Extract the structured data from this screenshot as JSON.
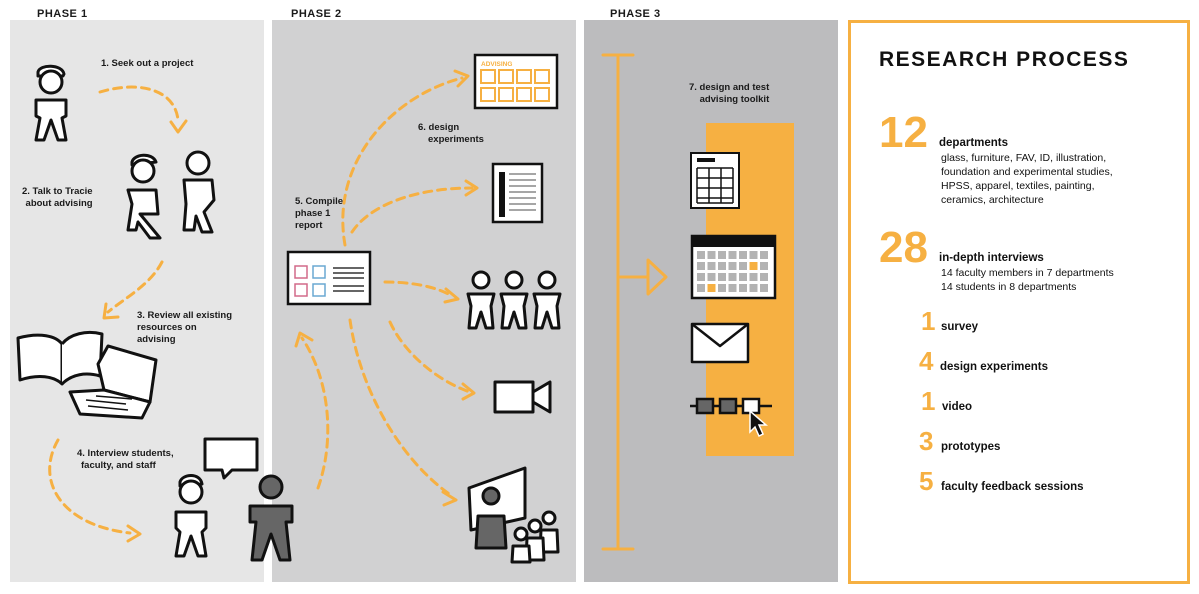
{
  "phases": [
    "PHASE 1",
    "PHASE 2",
    "PHASE 3"
  ],
  "steps": {
    "s1": "1. Seek out a project",
    "s2": [
      "2. Talk to Tracie",
      "about advising"
    ],
    "s3": [
      "3. Review all existing",
      "resources on",
      "advising"
    ],
    "s4": [
      "4. Interview students,",
      "faculty, and staff"
    ],
    "s5": [
      "5. Compile",
      "phase 1",
      "report"
    ],
    "s6": [
      "6. design",
      "experiments"
    ],
    "s7": [
      "7. design and test",
      "advising toolkit"
    ]
  },
  "advising_card_label": "ADVISING",
  "colors": {
    "accent": "#f6b042",
    "phase1": "#e6e6e6",
    "phase2": "#d1d1d2",
    "phase3": "#bcbcbe",
    "ink": "#111111"
  },
  "research": {
    "title": "RESEARCH PROCESS",
    "stats": [
      {
        "number": "12",
        "label": "departments",
        "details": [
          "glass, furniture, FAV, ID, illustration,",
          "foundation and experimental studies,",
          "HPSS, apparel, textiles, painting,",
          "ceramics, architecture"
        ]
      },
      {
        "number": "28",
        "label": "in-depth interviews",
        "details": [
          "14 faculty members in 7 departments",
          "14 students in 8 departments"
        ]
      },
      {
        "number": "1",
        "label": "survey"
      },
      {
        "number": "4",
        "label": "design experiments"
      },
      {
        "number": "1",
        "label": "video"
      },
      {
        "number": "3",
        "label": "prototypes"
      },
      {
        "number": "5",
        "label": "faculty feedback sessions"
      }
    ]
  }
}
